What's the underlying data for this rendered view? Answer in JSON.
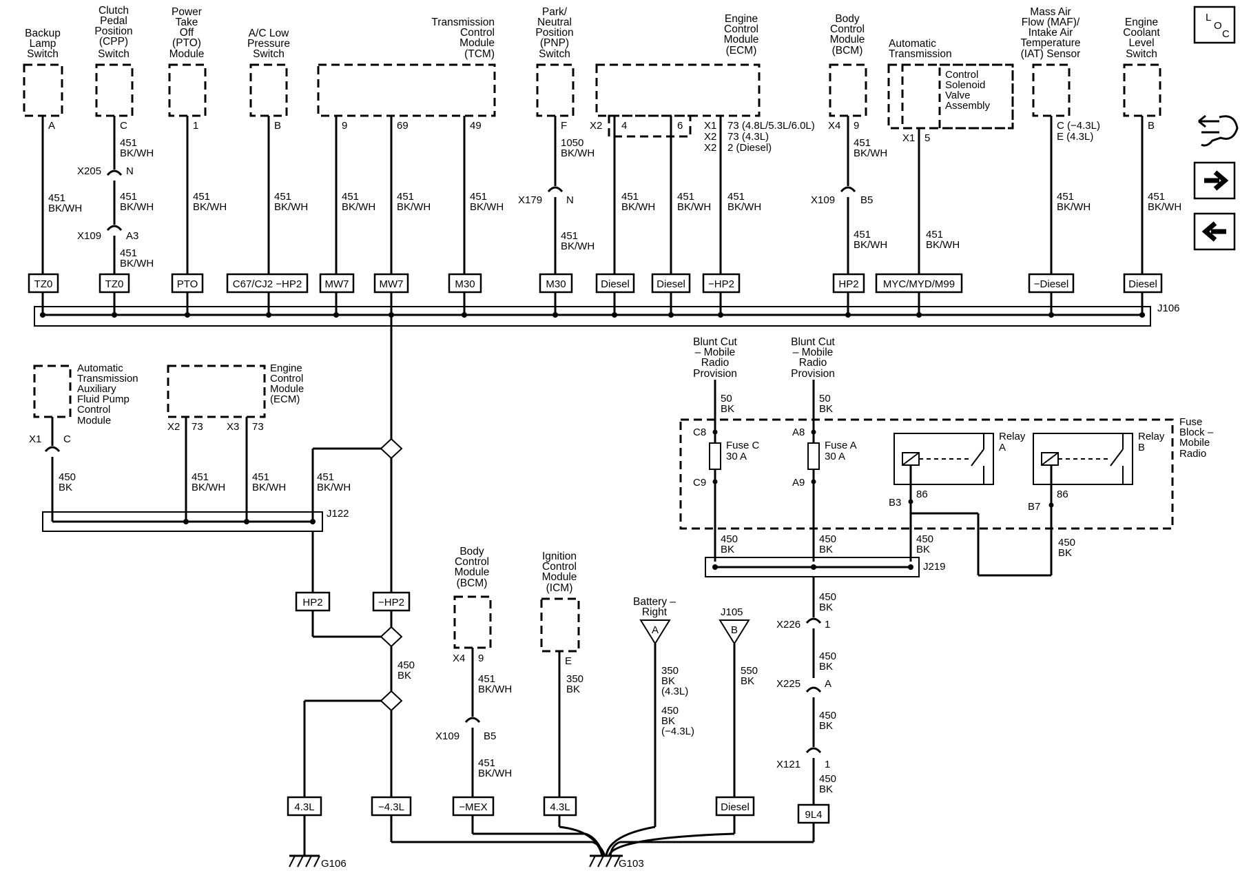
{
  "top_components": [
    {
      "id": "backup-lamp-switch",
      "lines": [
        "Backup",
        "Lamp",
        "Switch"
      ],
      "pin": "A",
      "circuit": "451",
      "color": "BK/WH",
      "option": "TZ0"
    },
    {
      "id": "cpp-switch",
      "lines": [
        "Clutch",
        "Pedal",
        "Position",
        "(CPP)",
        "Switch"
      ],
      "pin": "C",
      "circuit": "451",
      "color": "BK/WH",
      "option": "TZ0",
      "conn1": "X205",
      "conn1_pin": "N",
      "conn2": "X109",
      "conn2_pin": "A3"
    },
    {
      "id": "pto-module",
      "lines": [
        "Power",
        "Take",
        "Off",
        "(PTO)",
        "Module"
      ],
      "pin": "1",
      "circuit": "451",
      "color": "BK/WH",
      "option": "PTO"
    },
    {
      "id": "ac-low-pressure-switch",
      "lines": [
        "A/C Low",
        "Pressure",
        "Switch"
      ],
      "pin": "B",
      "circuit": "451",
      "color": "BK/WH",
      "option": "C67/CJ2 −HP2"
    },
    {
      "id": "tcm",
      "lines": [
        "Transmission",
        "Control",
        "Module",
        "(TCM)"
      ],
      "pins": [
        "9",
        "69",
        "49"
      ],
      "circuit": "451",
      "color": "BK/WH",
      "options": [
        "MW7",
        "MW7",
        "M30"
      ]
    },
    {
      "id": "pnp-switch",
      "lines": [
        "Park/",
        "Neutral",
        "Position",
        "(PNP)",
        "Switch"
      ],
      "pin": "F",
      "circuit": "1050",
      "color": "BK/WH",
      "circuit2": "451",
      "color2": "BK/WH",
      "option": "M30",
      "conn": "X179",
      "conn_pin": "N"
    },
    {
      "id": "ecm-top",
      "lines": [
        "Engine",
        "Control",
        "Module",
        "(ECM)"
      ],
      "connX2": "X2",
      "pins": [
        "4",
        "6"
      ],
      "options": [
        "Diesel",
        "Diesel",
        "−HP2"
      ],
      "circuit": "451",
      "color": "BK/WH",
      "pin_notes": [
        [
          "X1",
          "73 (4.8L/5.3L/6.0L)"
        ],
        [
          "X2",
          "73 (4.3L)"
        ],
        [
          "X2",
          "2 (Diesel)"
        ]
      ]
    },
    {
      "id": "bcm-top",
      "lines": [
        "Body",
        "Control",
        "Module",
        "(BCM)"
      ],
      "conn": "X4",
      "pin": "9",
      "circuit": "451",
      "color": "BK/WH",
      "option": "HP2",
      "conn2": "X109",
      "conn2_pin": "B5"
    },
    {
      "id": "auto-trans",
      "lines": [
        "Automatic",
        "Transmission"
      ],
      "inner": [
        "Control",
        "Solenoid",
        "Valve",
        "Assembly"
      ],
      "conn": "X1",
      "pin": "5",
      "circuit": "451",
      "color": "BK/WH",
      "option": "MYC/MYD/M99"
    },
    {
      "id": "maf-iat",
      "lines": [
        "Mass Air",
        "Flow (MAF)/",
        "Intake Air",
        "Temperature",
        "(IAT) Sensor"
      ],
      "pin_notes": [
        "C (−4.3L)",
        "E (4.3L)"
      ],
      "circuit": "451",
      "color": "BK/WH",
      "option": "−Diesel"
    },
    {
      "id": "coolant-level-switch",
      "lines": [
        "Engine",
        "Coolant",
        "Level",
        "Switch"
      ],
      "pin": "B",
      "circuit": "451",
      "color": "BK/WH",
      "option": "Diesel"
    }
  ],
  "splices": {
    "j106": "J106",
    "j122": "J122",
    "j219": "J219"
  },
  "left_section": {
    "pump_module": {
      "lines": [
        "Automatic",
        "Transmission",
        "Auxiliary",
        "Fluid Pump",
        "Control",
        "Module"
      ],
      "conn": "X1",
      "pin": "C",
      "circuit": "450",
      "color": "BK"
    },
    "ecm_lower": {
      "lines": [
        "Engine",
        "Control",
        "Module",
        "(ECM)"
      ],
      "conn_a": "X2",
      "pin_a": "73",
      "conn_b": "X3",
      "pin_b": "73",
      "circuit": "451",
      "color": "BK/WH"
    },
    "j106_drop": {
      "circuit": "451",
      "color": "BK/WH"
    },
    "hp2": "HP2",
    "minus_hp2": "−HP2",
    "after_hp2": {
      "circuit": "450",
      "color": "BK"
    },
    "opt_43": "4.3L",
    "opt_minus_43": "−4.3L",
    "g106": "G106"
  },
  "bottom_section": {
    "bcm": {
      "lines": [
        "Body",
        "Control",
        "Module",
        "(BCM)"
      ],
      "conn": "X4",
      "pin": "9",
      "circuit": "451",
      "color": "BK/WH",
      "conn2": "X109",
      "conn2_pin": "B5",
      "circuit2": "451",
      "color2": "BK/WH",
      "option": "−MEX"
    },
    "icm": {
      "lines": [
        "Ignition",
        "Control",
        "Module",
        "(ICM)"
      ],
      "pin": "E",
      "circuit": "350",
      "color": "BK",
      "option": "4.3L"
    },
    "battery": {
      "lines": [
        "Battery –",
        "Right"
      ],
      "tri": "A",
      "c1": "350",
      "c1b": "BK",
      "c1c": "(4.3L)",
      "c2": "450",
      "c2b": "BK",
      "c2c": "(−4.3L)"
    },
    "j105": {
      "label": "J105",
      "tri": "B",
      "circuit": "550",
      "color": "BK",
      "option": "Diesel"
    },
    "g103": "G103"
  },
  "right_section": {
    "radio_c": {
      "lines": [
        "Blunt Cut",
        "– Mobile",
        "Radio",
        "Provision"
      ],
      "circuit": "50",
      "color": "BK",
      "pin_top": "C8",
      "pin_bot": "C9",
      "fuse": [
        "Fuse C",
        "30 A"
      ],
      "out_circuit": "450",
      "out_color": "BK"
    },
    "radio_a": {
      "lines": [
        "Blunt Cut",
        "– Mobile",
        "Radio",
        "Provision"
      ],
      "circuit": "50",
      "color": "BK",
      "pin_top": "A8",
      "pin_bot": "A9",
      "fuse": [
        "Fuse A",
        "30 A"
      ],
      "out_circuit": "450",
      "out_color": "BK"
    },
    "relay_a": {
      "lines": [
        "Relay",
        "A"
      ],
      "pin_conn": "B3",
      "pin": "86",
      "circuit": "450",
      "color": "BK"
    },
    "relay_b": {
      "lines": [
        "Relay",
        "B"
      ],
      "pin_conn": "B7",
      "pin": "86",
      "circuit": "450",
      "color": "BK"
    },
    "fuse_block": [
      "Fuse",
      "Block –",
      "Mobile",
      "Radio"
    ],
    "chain": [
      {
        "circuit": "450",
        "color": "BK",
        "conn": "X226",
        "pin": "1"
      },
      {
        "circuit": "450",
        "color": "BK",
        "conn": "X225",
        "pin": "A"
      },
      {
        "circuit": "450",
        "color": "BK",
        "conn": "X121",
        "pin": "1"
      },
      {
        "circuit": "450",
        "color": "BK"
      }
    ],
    "option": "9L4"
  },
  "side_nav": {
    "loc_icon": [
      "L",
      "O",
      "C"
    ]
  }
}
